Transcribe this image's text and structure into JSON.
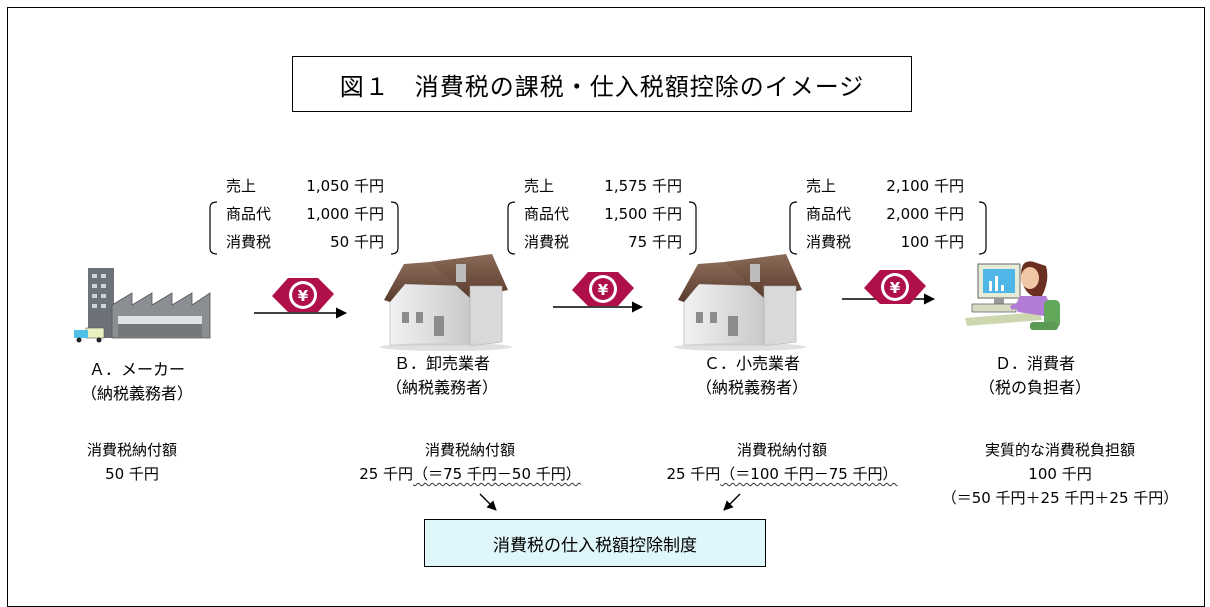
{
  "title": "図１　消費税の課税・仕入税額控除のイメージ",
  "stages": [
    {
      "sales_label": "売上",
      "sales_value": "1,050 千円",
      "goods_label": "商品代",
      "goods_value": "1,000 千円",
      "tax_label": "消費税",
      "tax_value": "50 千円"
    },
    {
      "sales_label": "売上",
      "sales_value": "1,575 千円",
      "goods_label": "商品代",
      "goods_value": "1,500 千円",
      "tax_label": "消費税",
      "tax_value": "75 千円"
    },
    {
      "sales_label": "売上",
      "sales_value": "2,100 千円",
      "goods_label": "商品代",
      "goods_value": "2,000 千円",
      "tax_label": "消費税",
      "tax_value": "100 千円"
    }
  ],
  "actors": [
    {
      "name": "Ａ．メーカー",
      "role": "（納税義務者）"
    },
    {
      "name": "Ｂ．卸売業者",
      "role": "（納税義務者）"
    },
    {
      "name": "Ｃ．小売業者",
      "role": "（納税義務者）"
    },
    {
      "name": "Ｄ．消費者",
      "role": "（税の負担者）"
    }
  ],
  "bottom": {
    "a": {
      "label": "消費税納付額",
      "amount": "50 千円"
    },
    "b": {
      "label": "消費税納付額",
      "amount": "25 千円",
      "formula": "（＝75 千円－50 千円）"
    },
    "c": {
      "label": "消費税納付額",
      "amount": "25 千円",
      "formula": "（＝100 千円－75 千円）"
    },
    "d": {
      "label": "実質的な消費税負担額",
      "amount": "100 千円",
      "formula": "（＝50 千円＋25 千円＋25 千円）"
    }
  },
  "system_label": "消費税の仕入税額控除制度",
  "yen_symbol": "¥",
  "colors": {
    "yen_badge": "#b0104a",
    "system_box_bg": "#dff7fa",
    "roof": "#6b4a3a"
  }
}
